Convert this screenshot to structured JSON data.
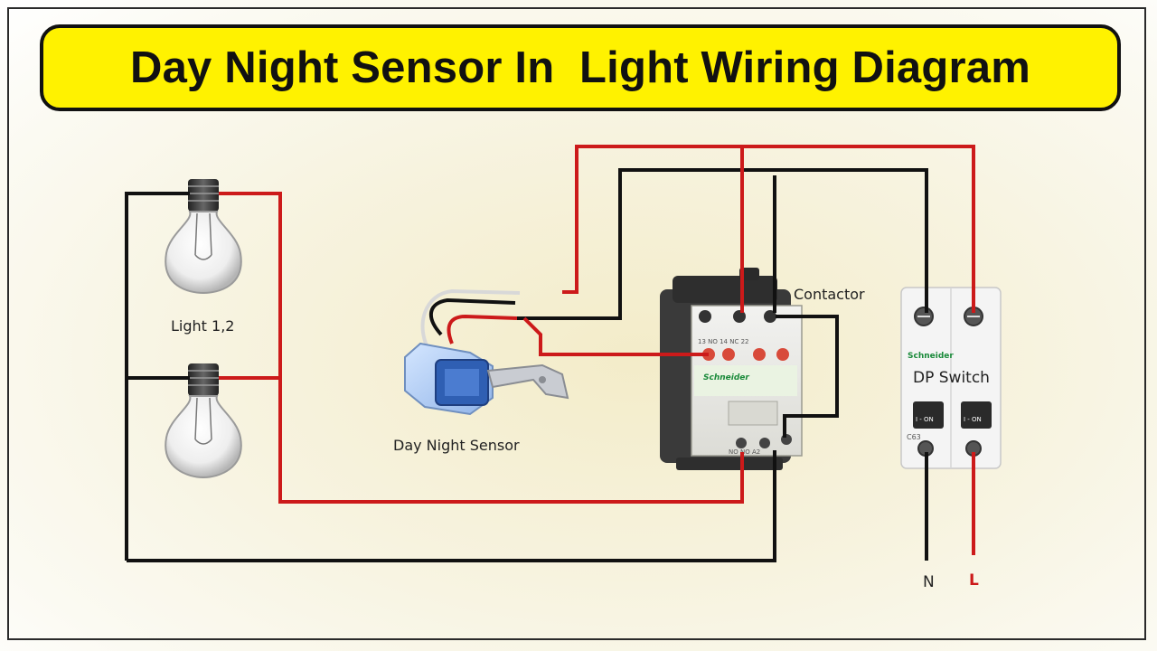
{
  "title": "Day Night Sensor In  Light Wiring Diagram",
  "components": {
    "lights": "Light 1,2",
    "sensor": "Day Night Sensor",
    "contactor": "Contactor",
    "dp_switch": "DP Switch",
    "neutral": "N",
    "live": "L"
  },
  "device_markings": {
    "brand": "Schneider",
    "breaker_rating": "C63",
    "on_label": "I - ON"
  },
  "colors": {
    "banner": "#fff200",
    "live_wire": "#cc1a1a",
    "neutral_wire": "#111111"
  }
}
